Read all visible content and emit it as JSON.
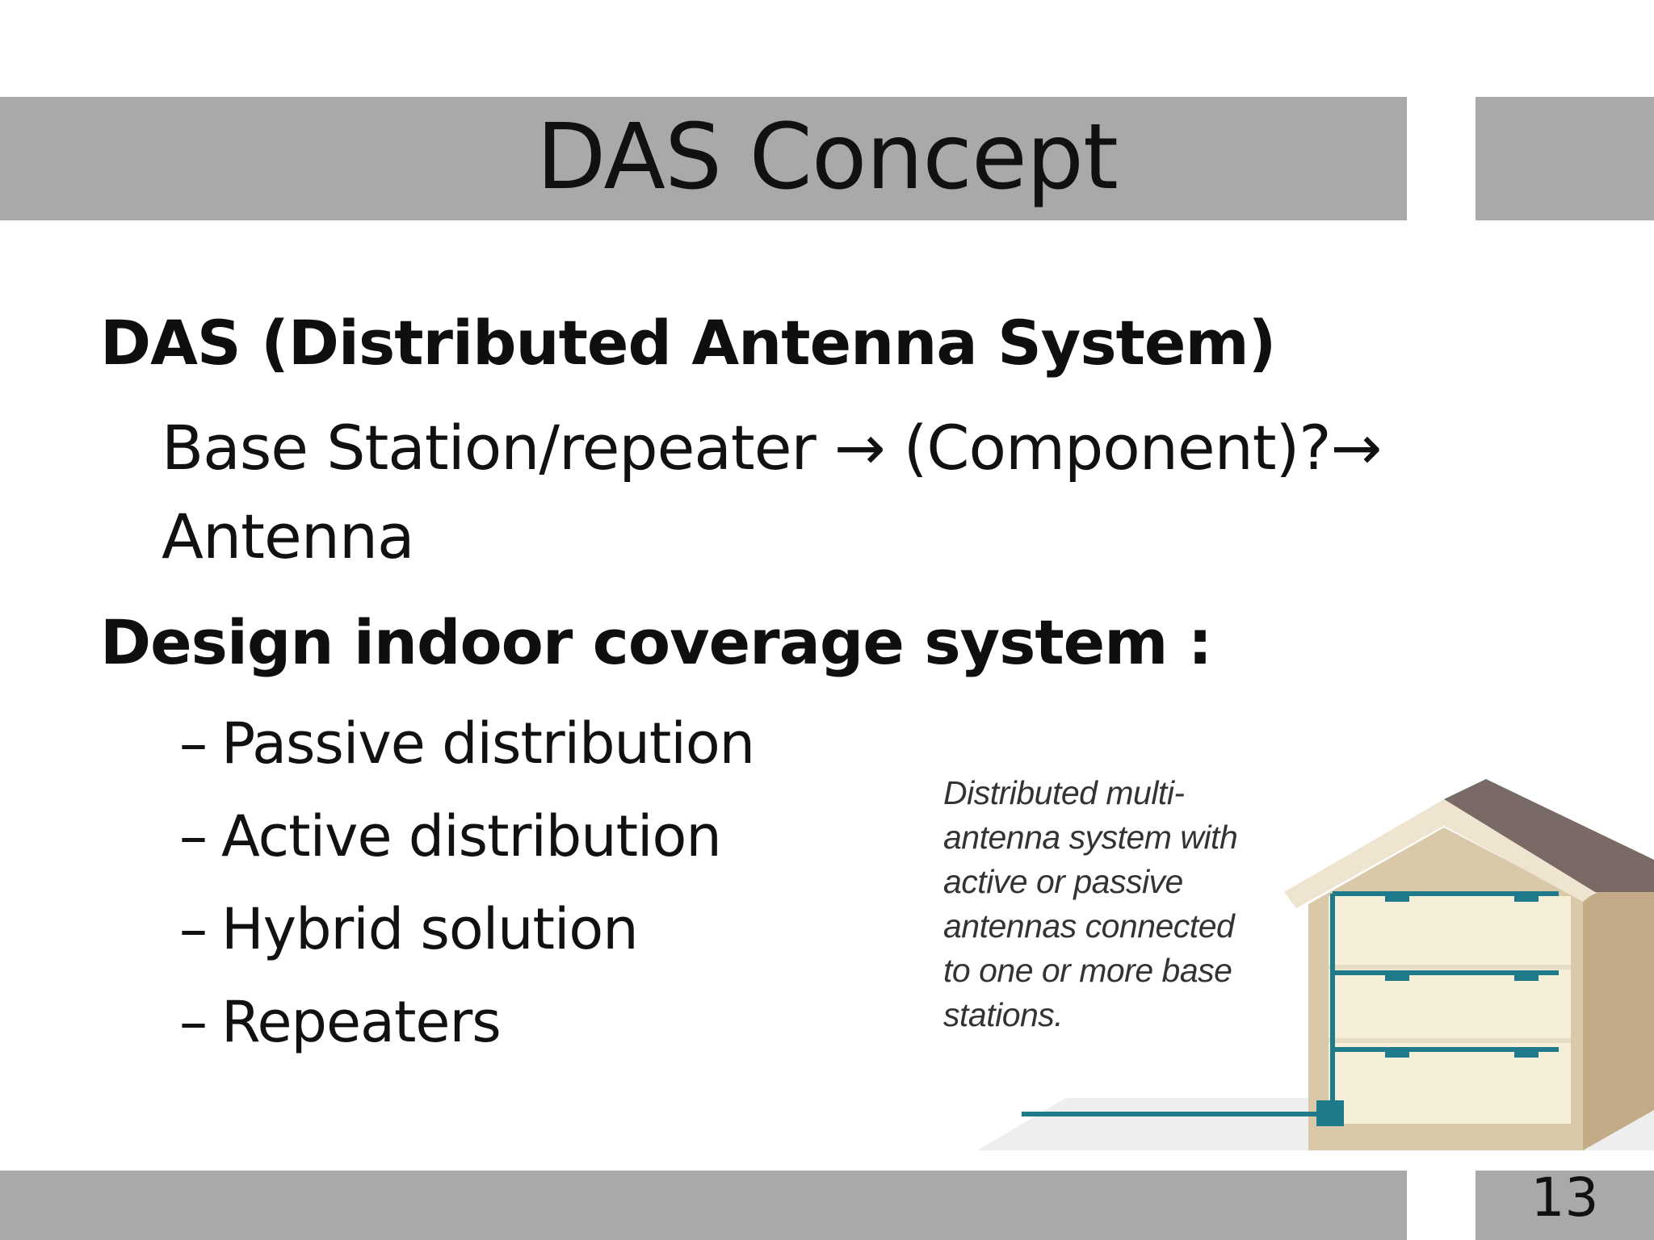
{
  "slide": {
    "title": "DAS Concept",
    "heading_das": "DAS (Distributed Antenna System)",
    "flow_line_1": "Base Station/repeater → (Component)?→",
    "flow_line_2": "Antenna",
    "heading_design": "Design indoor coverage system :",
    "bullets": [
      "Passive distribution",
      "Active distribution",
      "Hybrid solution",
      "Repeaters"
    ],
    "bullet_marker": "–",
    "illustration_caption": "Distributed multi-antenna system with active or passive antennas connected to one or more base stations.",
    "page_number": "13"
  },
  "colors": {
    "band": "#a9a9a9",
    "text": "#111111",
    "cable": "#1f7a8c",
    "wall": "#d9c9a8",
    "roof": "#7a6a66"
  },
  "icons": [
    "building-illustration"
  ]
}
